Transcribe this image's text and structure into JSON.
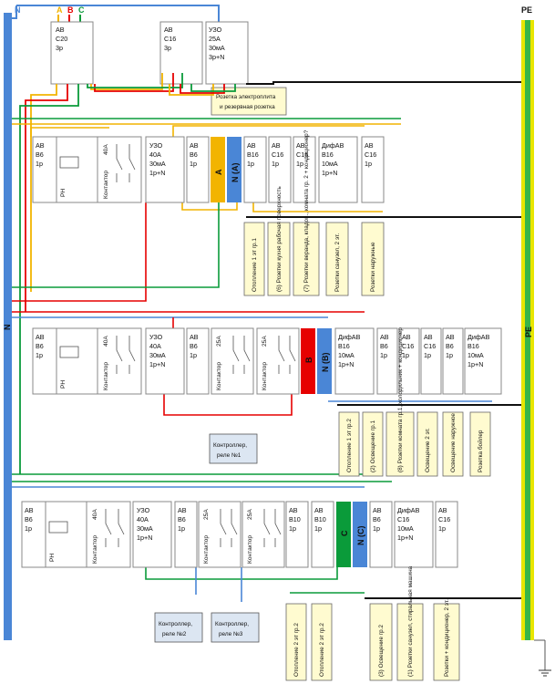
{
  "colors": {
    "phase_a": "#f2b400",
    "phase_b": "#e60000",
    "phase_c": "#0a9b3a",
    "neutral": "#4a86d6",
    "pe_yellow": "#e8e600",
    "pe_green": "#38b54a",
    "note_bg": "#fffbd0",
    "controller_bg": "#dce6f2"
  },
  "top_labels": {
    "n": "N",
    "a": "A",
    "b": "B",
    "c": "C",
    "pe": "PE"
  },
  "bus_labels": {
    "n": "N",
    "pe": "PE"
  },
  "top_devices": {
    "main": [
      "АВ",
      "С20",
      "3р"
    ],
    "c16": [
      "АВ",
      "С16",
      "3р"
    ],
    "uzo": [
      "УЗО",
      "25А",
      "30мА",
      "3р+N"
    ]
  },
  "top_note": [
    "Розетка электроплита",
    "и резервная розетка"
  ],
  "rows": [
    {
      "devices": [
        {
          "lines": [
            "АВ",
            "В6",
            "1р"
          ]
        },
        {
          "lines": [
            "РН"
          ],
          "icon": "voltage-relay-icon"
        },
        {
          "lines": [
            "Контактор",
            "40А"
          ],
          "icon": "contactor-icon"
        },
        {
          "lines": [
            "УЗО",
            "40А",
            "30мА",
            "1р+N"
          ]
        },
        {
          "lines": [
            "АВ",
            "В6",
            "1р"
          ]
        }
      ],
      "bus_phase": "A",
      "bus_neutral": "N (A)",
      "out_devices": [
        {
          "lines": [
            "АВ",
            "В16",
            "1р"
          ]
        },
        {
          "lines": [
            "АВ",
            "С16",
            "1р"
          ]
        },
        {
          "lines": [
            "АВ",
            "С16",
            "1р"
          ]
        },
        {
          "lines": [
            "ДифАВ",
            "В16",
            "10мА",
            "1р+N"
          ]
        },
        {
          "lines": [
            "АВ",
            "С16",
            "1р"
          ]
        }
      ],
      "notes": [
        "Отопление 1 эт гр.1",
        "(6) Розетки кухня рабочая поверхность",
        "(7) Розетки веранда, кладов., комната гр. 2 + кондиционер?",
        "Розетки санузел, 2 эт.",
        "Розетки наружные"
      ]
    },
    {
      "devices": [
        {
          "lines": [
            "АВ",
            "В6",
            "1р"
          ]
        },
        {
          "lines": [
            "РН"
          ],
          "icon": "voltage-relay-icon"
        },
        {
          "lines": [
            "Контактор",
            "40А"
          ],
          "icon": "contactor-icon"
        },
        {
          "lines": [
            "УЗО",
            "40А",
            "30мА",
            "1р+N"
          ]
        },
        {
          "lines": [
            "АВ",
            "В6",
            "1р"
          ]
        },
        {
          "lines": [
            "Контактор",
            "25А"
          ],
          "icon": "contactor-icon"
        },
        {
          "lines": [
            "Контактор",
            "25А"
          ],
          "icon": "contactor-icon"
        }
      ],
      "bus_phase": "B",
      "bus_neutral": "N (B)",
      "out_devices": [
        {
          "lines": [
            "ДифАВ",
            "В16",
            "10мА",
            "1р+N"
          ]
        },
        {
          "lines": [
            "АВ",
            "В6",
            "1р"
          ]
        },
        {
          "lines": [
            "АВ",
            "С16",
            "1р"
          ]
        },
        {
          "lines": [
            "АВ",
            "С16",
            "1р"
          ]
        },
        {
          "lines": [
            "АВ",
            "В6",
            "1р"
          ]
        },
        {
          "lines": [
            "ДифАВ",
            "В16",
            "10мА",
            "1р+N"
          ]
        }
      ],
      "controller": [
        "Контроллер,",
        "реле №1"
      ],
      "notes": [
        "Отопление 1 эт гр.2",
        "(2) Освещение гр.1",
        "(8) Розетки комната гр.1, холодильник + кондиционер",
        "Освещение 2 эт.",
        "Освещение наружное",
        "Розетка бойлер"
      ]
    },
    {
      "devices": [
        {
          "lines": [
            "АВ",
            "В6",
            "1р"
          ]
        },
        {
          "lines": [
            "РН"
          ],
          "icon": "voltage-relay-icon"
        },
        {
          "lines": [
            "Контактор",
            "40А"
          ],
          "icon": "contactor-icon"
        },
        {
          "lines": [
            "УЗО",
            "40А",
            "30мА",
            "1р+N"
          ]
        },
        {
          "lines": [
            "АВ",
            "В6",
            "1р"
          ]
        },
        {
          "lines": [
            "Контактор",
            "25А"
          ],
          "icon": "contactor-icon"
        },
        {
          "lines": [
            "Контактор",
            "25А"
          ],
          "icon": "contactor-icon"
        },
        {
          "lines": [
            "АВ",
            "В10",
            "1р"
          ]
        },
        {
          "lines": [
            "АВ",
            "В10",
            "1р"
          ]
        }
      ],
      "bus_phase": "C",
      "bus_neutral": "N (C)",
      "out_devices": [
        {
          "lines": [
            "АВ",
            "В6",
            "1р"
          ]
        },
        {
          "lines": [
            "ДифАВ",
            "С16",
            "10мА",
            "1р+N"
          ]
        },
        {
          "lines": [
            "АВ",
            "С16",
            "1р"
          ]
        }
      ],
      "controllers": [
        [
          "Контроллер,",
          "реле №2"
        ],
        [
          "Контроллер,",
          "реле №3"
        ]
      ],
      "notes_left": [
        "Отопление 2 эт гр.2",
        "Отопление 2 эт гр.2"
      ],
      "notes": [
        "(3) Освещение гр.2",
        "(1) Розетки санузел, стиральная машина",
        "Розетки + кондиционер, 2 эт."
      ]
    }
  ]
}
